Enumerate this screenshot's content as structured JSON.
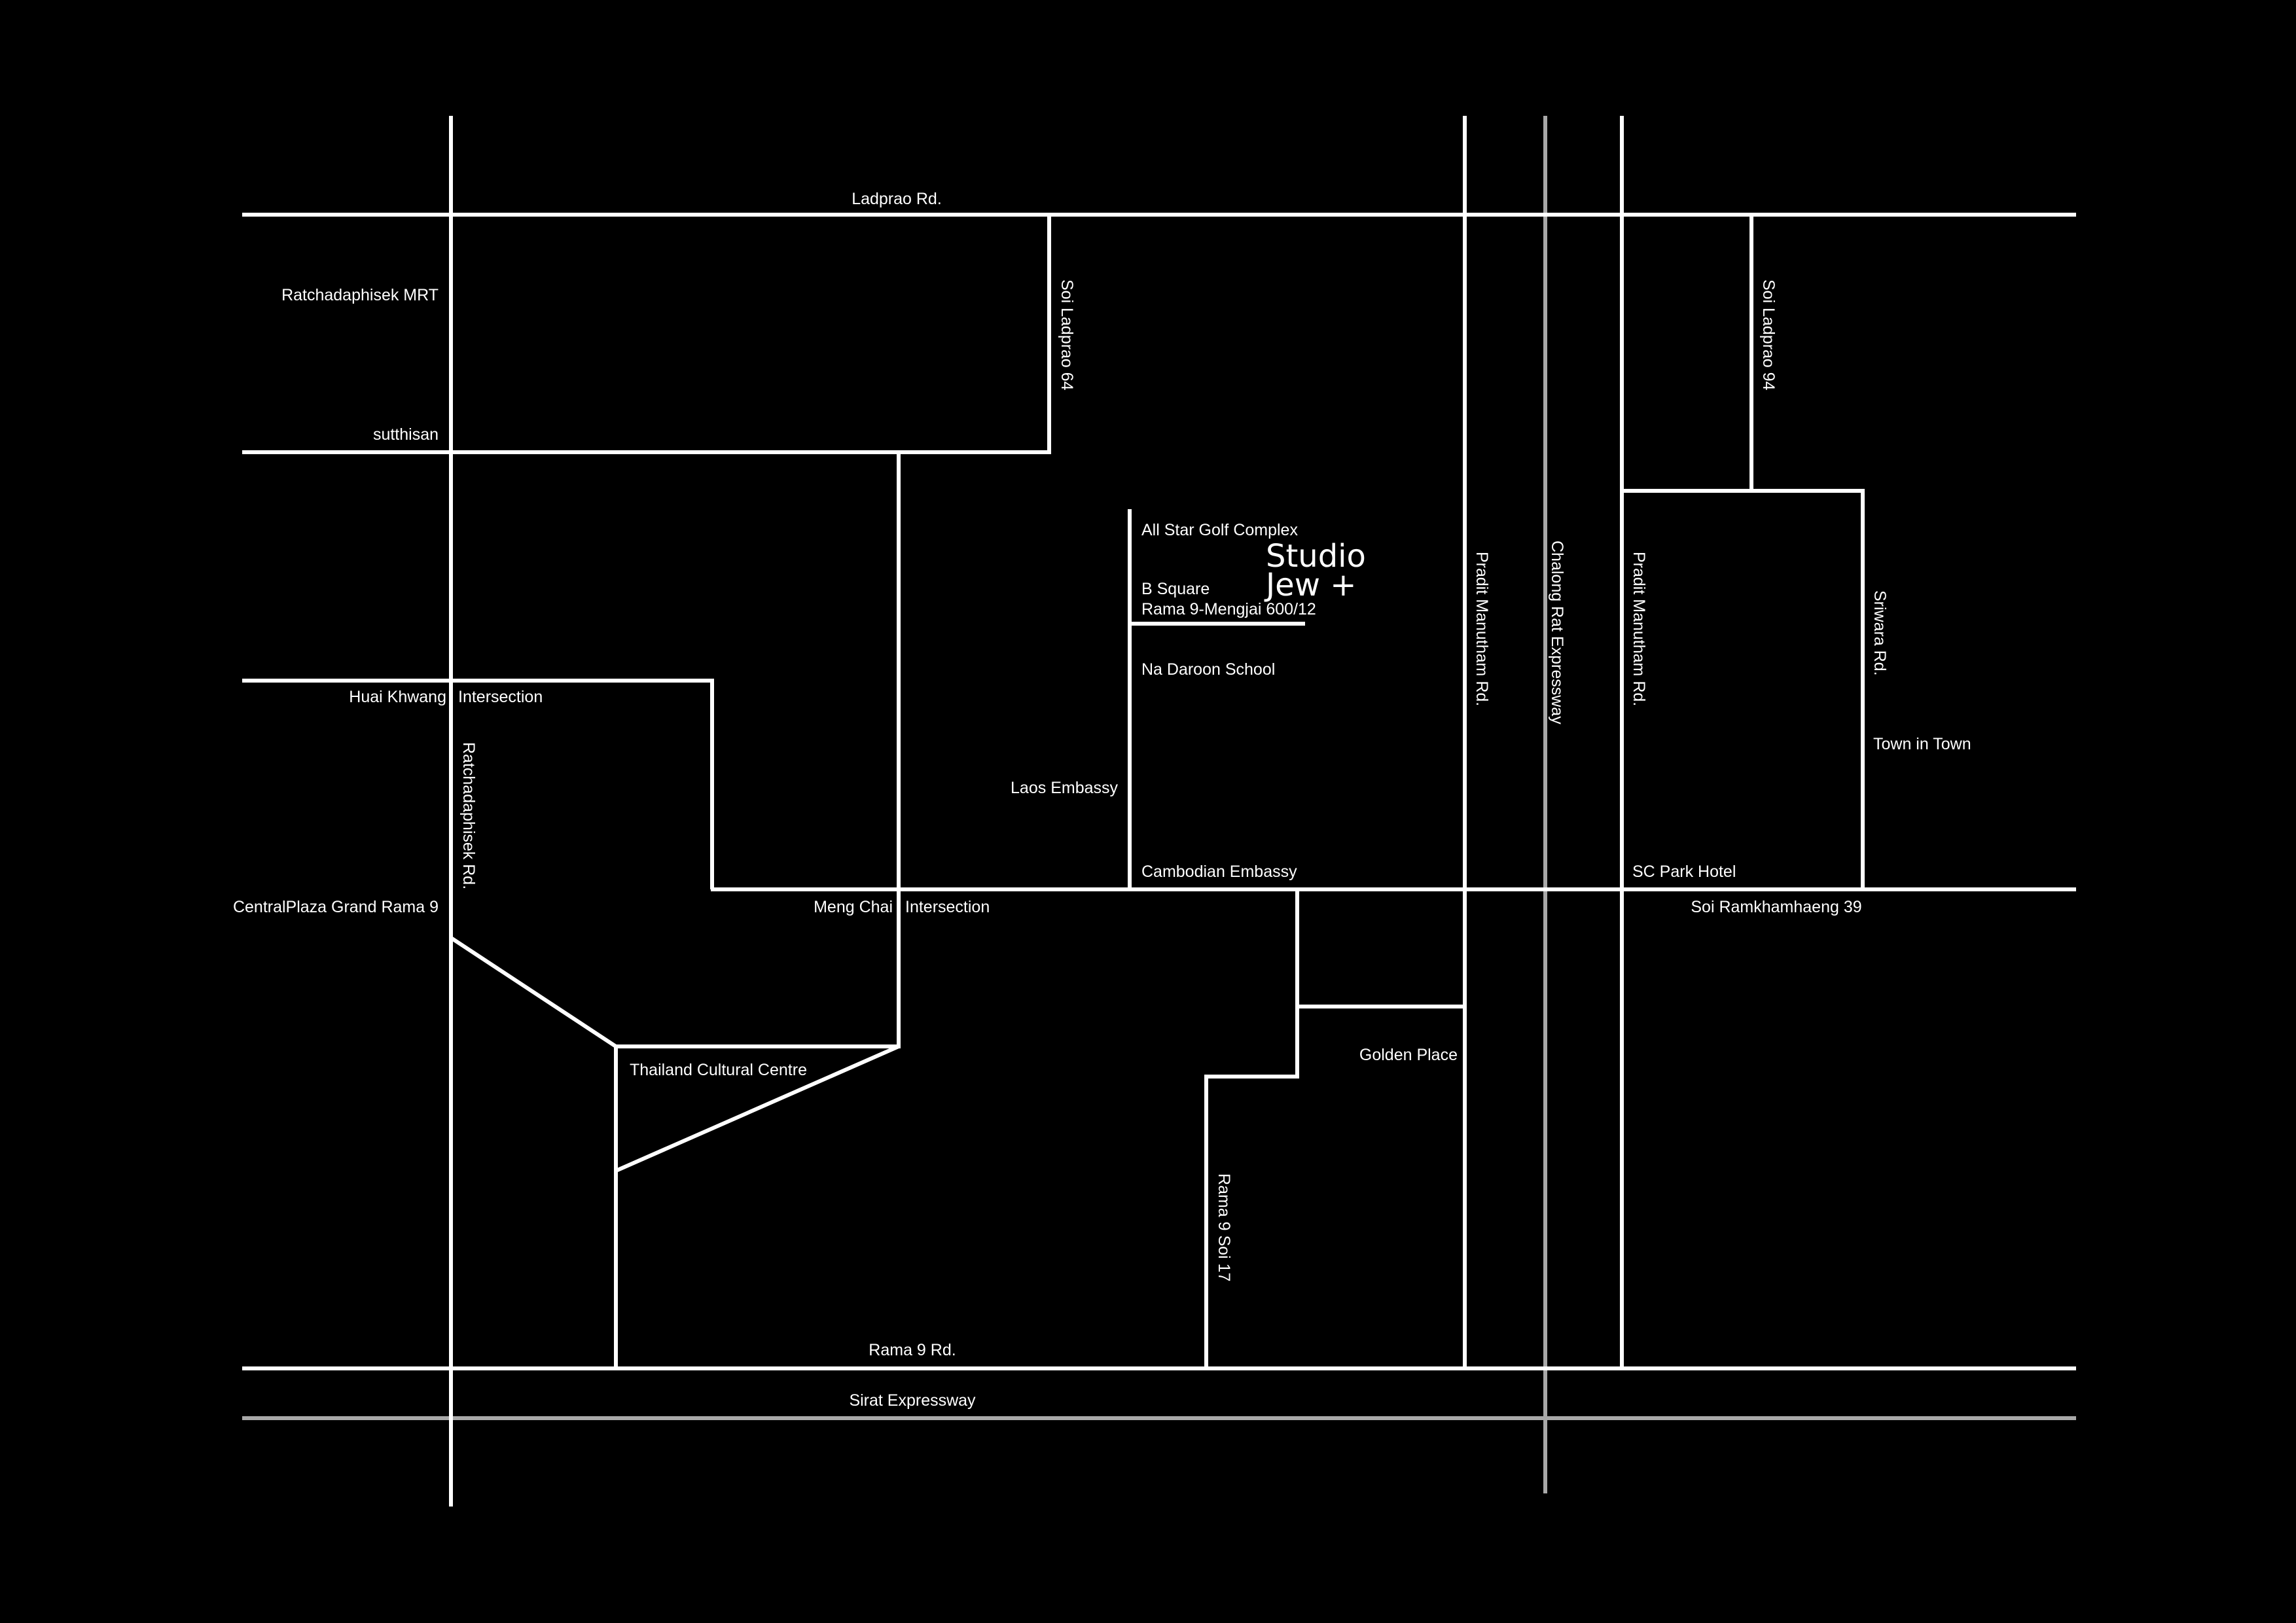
{
  "roads": {
    "ladprao": "Ladprao Rd.",
    "soi_ladprao_64": "Soi Ladprao 64",
    "soi_ladprao_94": "Soi Ladprao 94",
    "sutthisan": "sutthisan",
    "ratchadaphisek_rd": "Ratchadaphisek Rd.",
    "pradit_manutham_1": "Pradit Manutham Rd.",
    "pradit_manutham_2": "Pradit Manutham Rd.",
    "chalong_rat": "Chalong Rat Expressway",
    "sriwara": "Sriwara Rd.",
    "soi_ramkhamhaeng_39": "Soi Ramkhamhaeng 39",
    "rama9_soi17": "Rama 9 Soi 17",
    "rama9": "Rama 9 Rd.",
    "sirat": "Sirat Expressway"
  },
  "places": {
    "ratchadaphisek_mrt": "Ratchadaphisek MRT",
    "all_star_golf": "All Star Golf Complex",
    "b_square": "B Square",
    "address": "Rama 9-Mengjai 600/12",
    "na_daroon": "Na Daroon School",
    "huai_khwang": "Huai Khwang",
    "intersection_1": "Intersection",
    "laos_embassy": "Laos Embassy",
    "cambodian_embassy": "Cambodian Embassy",
    "sc_park_hotel": "SC Park Hotel",
    "town_in_town": "Town in Town",
    "centralplaza": "CentralPlaza Grand Rama 9",
    "meng_chai": "Meng Chai",
    "intersection_2": "Intersection",
    "thailand_cultural": "Thailand Cultural Centre",
    "golden_place": "Golden Place"
  },
  "brand": {
    "line1": "Studio",
    "line2": "Jew +"
  },
  "colors": {
    "background": "#000000",
    "road": "#ffffff",
    "expressway": "#a8a8a8"
  }
}
